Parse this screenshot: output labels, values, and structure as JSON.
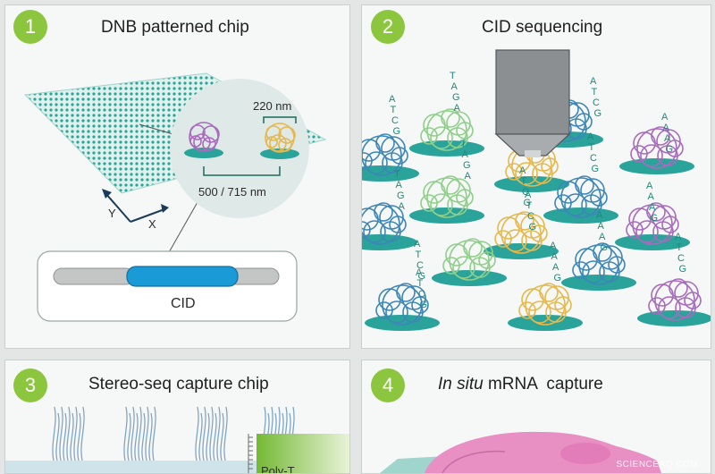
{
  "panels": [
    {
      "number": "1",
      "title": "DNB patterned chip"
    },
    {
      "number": "2",
      "title": "CID sequencing"
    },
    {
      "number": "3",
      "title": "Stereo-seq capture chip"
    },
    {
      "number": "4",
      "title_italic": "In situ",
      "title_rest": " mRNA  capture"
    }
  ],
  "panel1": {
    "dnb_size": "220 nm",
    "pitch": "500 / 715 nm",
    "axis_x": "X",
    "axis_y": "Y",
    "cid_label": "CID"
  },
  "panel2": {
    "strands": [
      [
        "A",
        "T",
        "C",
        "G"
      ],
      [
        "T",
        "A",
        "G",
        "A"
      ],
      [
        "A",
        "T",
        "C",
        "G"
      ],
      [
        "A",
        "A",
        "A",
        "G"
      ],
      [
        "T",
        "A",
        "G",
        "A"
      ],
      [
        "T",
        "A",
        "G",
        "A"
      ],
      [
        "A",
        "T",
        "C",
        "G"
      ],
      [
        "A",
        "T",
        "C",
        "G"
      ],
      [
        "A",
        "T",
        "C",
        "G"
      ],
      [
        "A",
        "A",
        "A",
        "G"
      ],
      [
        "A",
        "T",
        "C",
        "G"
      ],
      [
        "A",
        "A",
        "A",
        "G"
      ],
      [
        "A",
        "A",
        "A",
        "G"
      ],
      [
        "A",
        "T",
        "C",
        "G"
      ],
      [
        "A",
        "T",
        "C",
        "G"
      ]
    ]
  },
  "panel3": {
    "partial_label": "Poly-T"
  },
  "watermark": "SCIENCEAQ.COM",
  "colors": {
    "badge": "#8cc63f",
    "teal": "#2aa39a",
    "green_dnb": "#8fcf8a",
    "yellow_dnb": "#e6b84c",
    "blue_dnb": "#3d86b8",
    "purple_dnb": "#a86bbd",
    "cid_blue": "#1a9ad6",
    "tissue_pink": "#e88fc4"
  }
}
